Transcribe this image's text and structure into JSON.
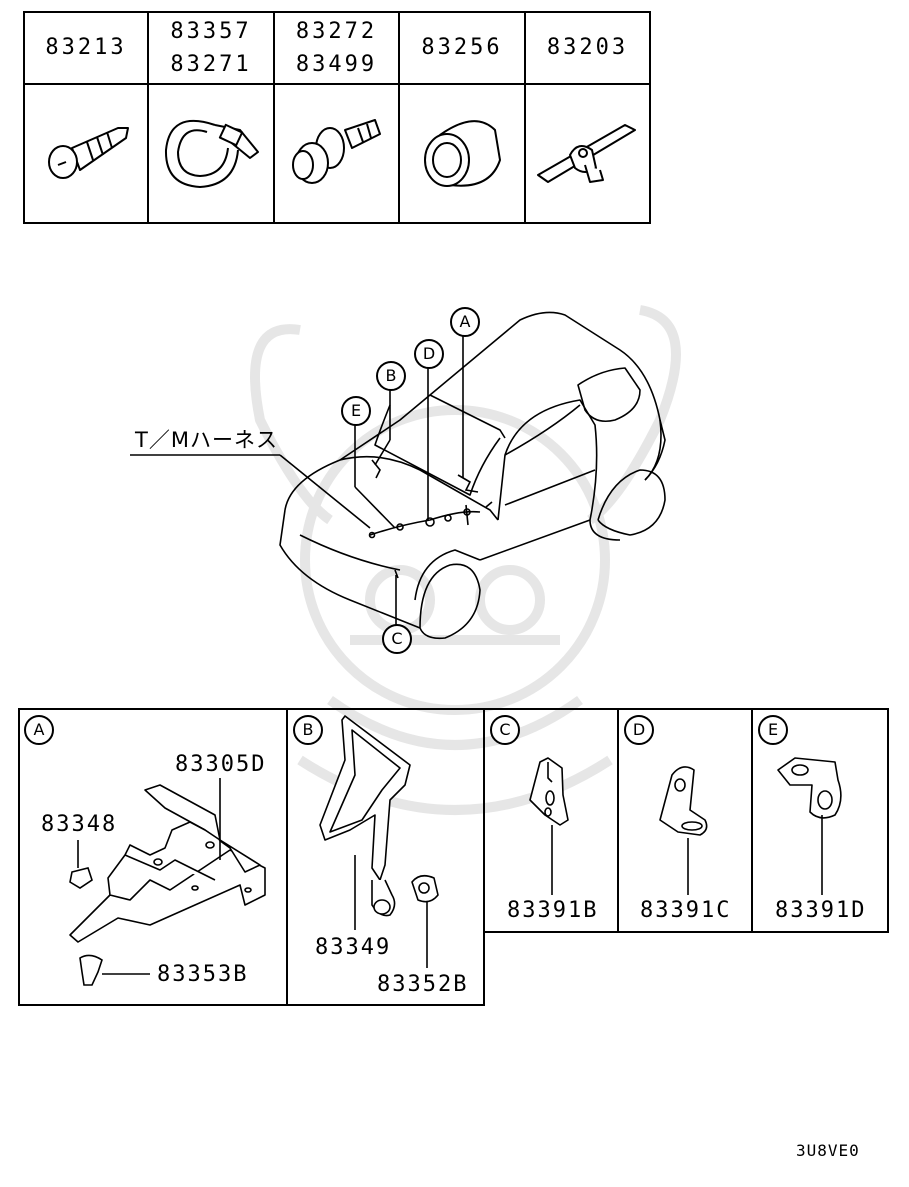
{
  "parts_table": {
    "columns": [
      {
        "part_numbers": [
          "83213"
        ]
      },
      {
        "part_numbers": [
          "83357",
          "83271"
        ]
      },
      {
        "part_numbers": [
          "83272",
          "83499"
        ]
      },
      {
        "part_numbers": [
          "83256"
        ]
      },
      {
        "part_numbers": [
          "83203"
        ]
      }
    ]
  },
  "vehicle": {
    "harness_label": "T／Mハーネス",
    "callouts": [
      "A",
      "B",
      "C",
      "D",
      "E"
    ]
  },
  "detail_A": {
    "letter": "A",
    "parts": {
      "bracket": "83305D",
      "clip": "83348",
      "grommet": "83353B"
    }
  },
  "detail_B": {
    "letter": "B",
    "parts": {
      "cover": "83349",
      "nut": "83352B"
    }
  },
  "detail_C": {
    "letter": "C",
    "part": "83391B"
  },
  "detail_D": {
    "letter": "D",
    "part": "83391C"
  },
  "detail_E": {
    "letter": "E",
    "part": "83391D"
  },
  "diagram_code": "3U8VE0"
}
